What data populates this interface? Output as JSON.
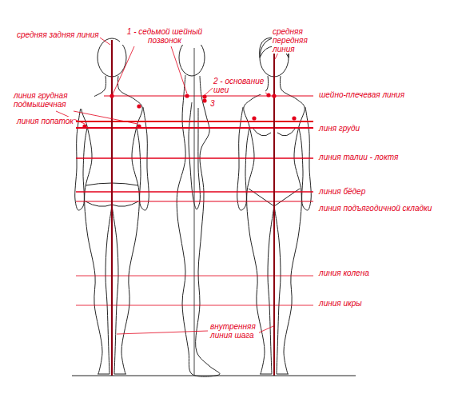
{
  "diagram": {
    "labels": [
      "средняя задняя линия",
      "1 - седьмой шейный позвонок",
      "средняя передняя линия",
      "линия грудная подмышечная",
      "2 - основание шеи",
      "шейно-плечевая линия",
      "линия попаток",
      "3",
      "линя груди",
      "линия талии - локтя",
      "линия бёдер",
      "линия подъягодичной складки",
      "линия колена",
      "внутренняя линия шага",
      "линия икры"
    ]
  }
}
